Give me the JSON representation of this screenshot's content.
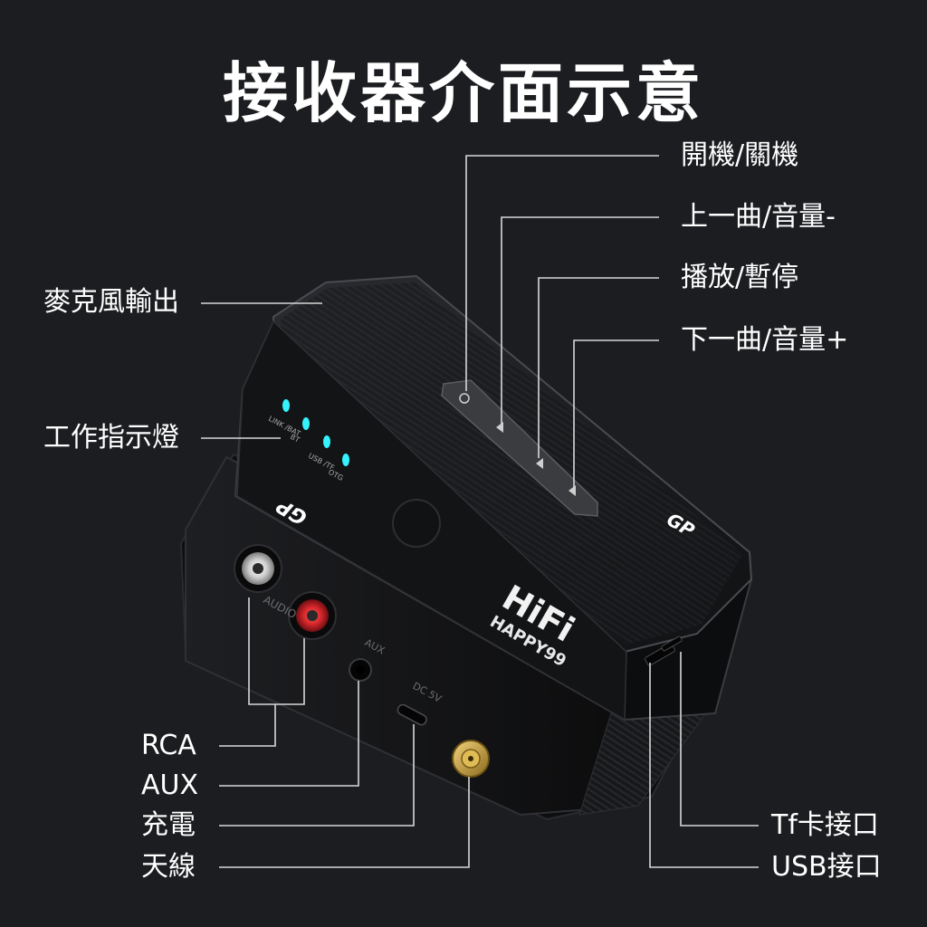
{
  "title": "接收器介面示意",
  "labels": {
    "power": "開機/關機",
    "prev": "上一曲/音量-",
    "play": "播放/暫停",
    "next": "下一曲/音量+",
    "mic": "麥克風輸出",
    "indicator": "工作指示燈",
    "rca": "RCA",
    "aux": "AUX",
    "charge": "充電",
    "antenna": "天線",
    "tf": "Tf卡接口",
    "usb": "USB接口"
  },
  "device": {
    "led_labels": [
      "LINK /BAT",
      "BT",
      "USB /TF",
      "OTG"
    ],
    "brand_main": "HiFi",
    "brand_sub": "HAPPY99",
    "logo": "GP",
    "port_labels": {
      "audio": "AUDIO",
      "aux": "AUX",
      "dc": "DC 5V"
    }
  },
  "colors": {
    "background": "#1b1d20",
    "led": "#35f2ff",
    "rca_left": "#e8e8e8",
    "rca_right": "#d4262b",
    "antenna": "#c9a23a"
  }
}
